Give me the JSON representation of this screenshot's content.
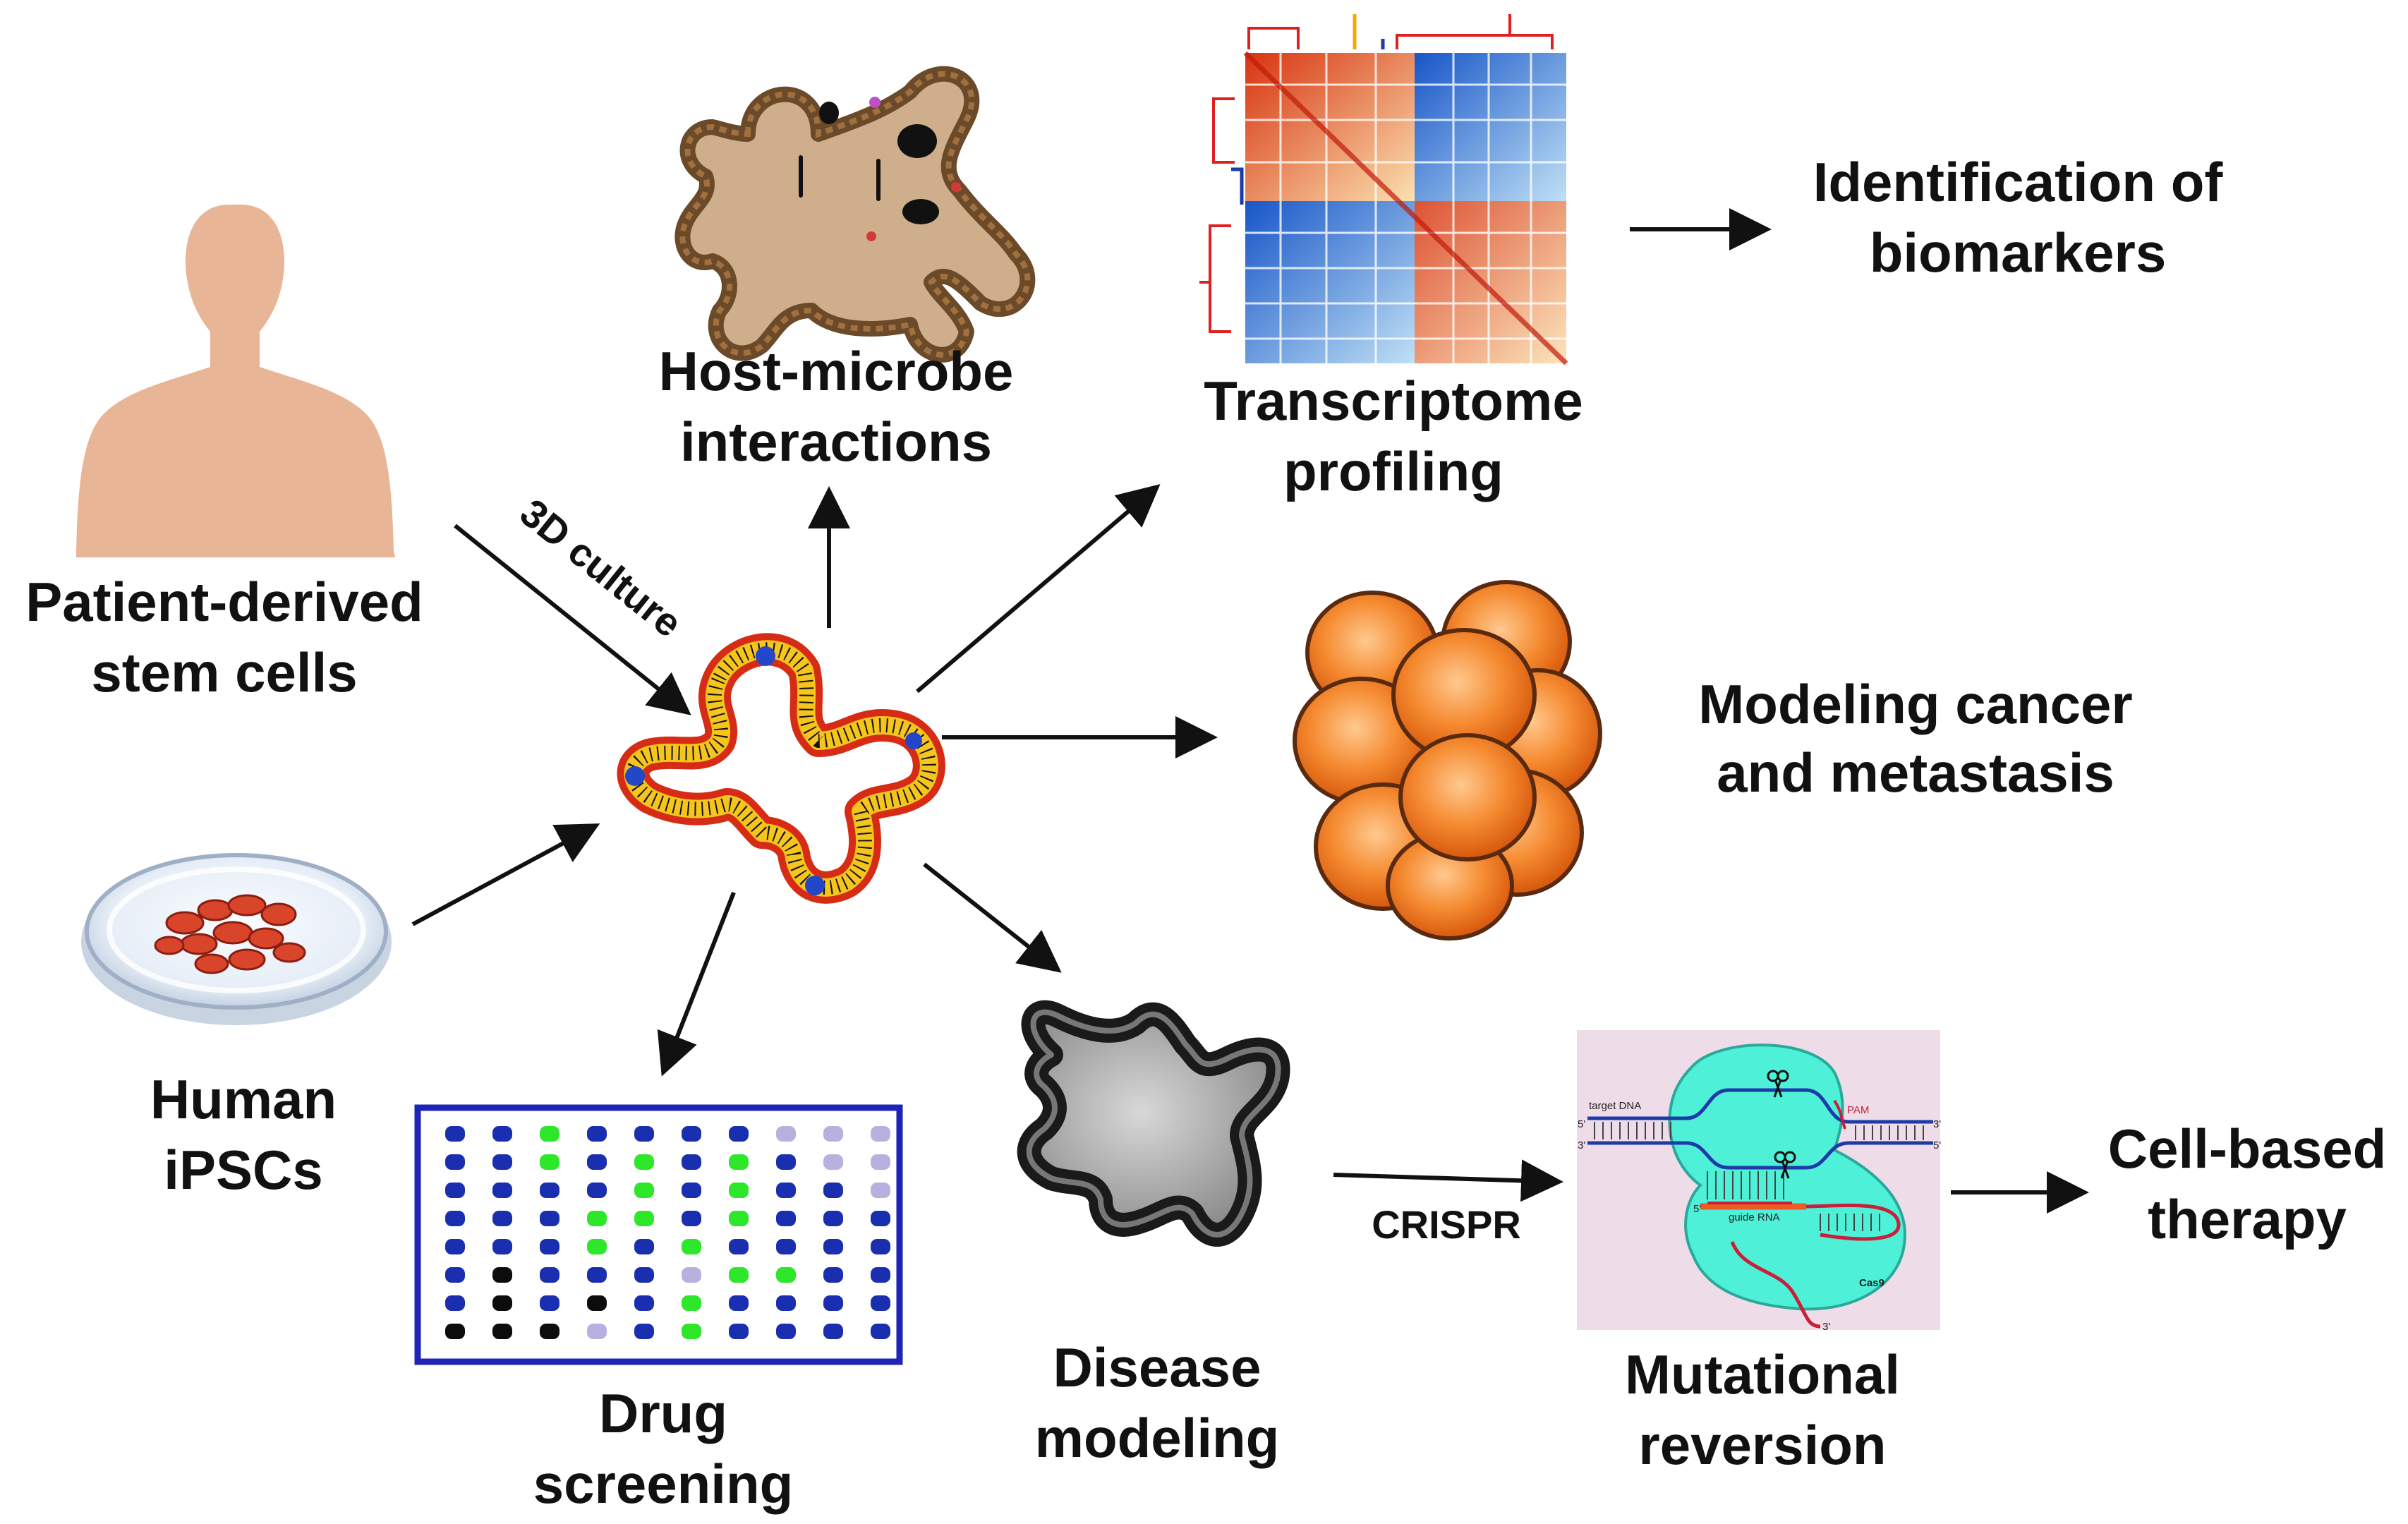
{
  "labels": {
    "patient_derived_1": "Patient-derived",
    "patient_derived_2": "stem cells",
    "human_ipscs_1": "Human",
    "human_ipscs_2": "iPSCs",
    "culture": "3D culture",
    "host_microbe_1": "Host-microbe",
    "host_microbe_2": "interactions",
    "transcriptome_1": "Transcriptome",
    "transcriptome_2": "profiling",
    "biomarkers_1": "Identification of",
    "biomarkers_2": "biomarkers",
    "cancer_1": "Modeling cancer",
    "cancer_2": "and metastasis",
    "drug_1": "Drug",
    "drug_2": "screening",
    "disease_1": "Disease",
    "disease_2": "modeling",
    "crispr": "CRISPR",
    "mutational_1": "Mutational",
    "mutational_2": "reversion",
    "therapy_1": "Cell-based",
    "therapy_2": "therapy"
  },
  "crispr_panel": {
    "target_dna": "target DNA",
    "pam": "PAM",
    "guide_rna": "guide RNA",
    "cas9": "Cas9",
    "five_prime": "5'",
    "three_prime": "3'"
  },
  "drug_plate": {
    "rows": [
      [
        "blue",
        "blue",
        "green",
        "blue",
        "blue",
        "blue",
        "blue",
        "lavender",
        "lavender",
        "lavender"
      ],
      [
        "blue",
        "blue",
        "green",
        "blue",
        "green",
        "blue",
        "green",
        "blue",
        "lavender",
        "lavender"
      ],
      [
        "blue",
        "blue",
        "blue",
        "blue",
        "green",
        "blue",
        "green",
        "blue",
        "blue",
        "lavender"
      ],
      [
        "blue",
        "blue",
        "blue",
        "green",
        "green",
        "blue",
        "green",
        "blue",
        "blue",
        "blue"
      ],
      [
        "blue",
        "blue",
        "blue",
        "green",
        "blue",
        "green",
        "blue",
        "blue",
        "blue",
        "blue"
      ],
      [
        "blue",
        "black",
        "blue",
        "blue",
        "blue",
        "lavender",
        "green",
        "green",
        "blue",
        "blue"
      ],
      [
        "blue",
        "black",
        "blue",
        "black",
        "blue",
        "green",
        "blue",
        "blue",
        "blue",
        "blue"
      ],
      [
        "black",
        "black",
        "black",
        "lavender",
        "blue",
        "green",
        "blue",
        "blue",
        "blue",
        "blue"
      ]
    ],
    "colors": {
      "blue": "#1a2fb0",
      "green": "#2ee62a",
      "lavender": "#b9b0e0",
      "black": "#0c0c0c"
    }
  },
  "colors": {
    "silhouette": "#e8b596",
    "cancer_cell": "#f07a1c",
    "crispr_bg": "#eedde8",
    "cas9": "#4ff0d8",
    "plate_border": "#1f23b8"
  }
}
